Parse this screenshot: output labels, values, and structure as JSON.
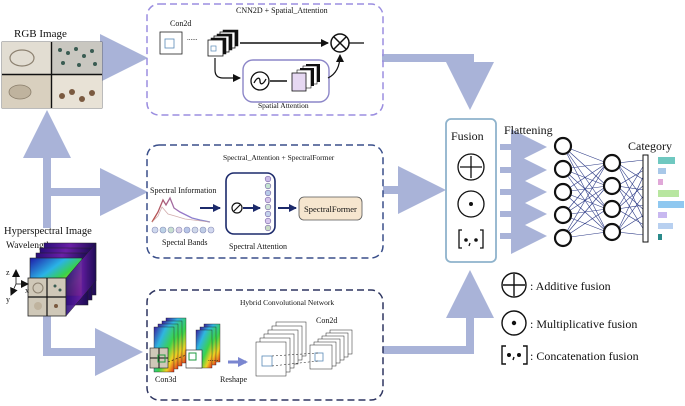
{
  "inputs": {
    "rgb_label": "RGB Image",
    "hsi_label": "Hyperspectral Image",
    "wavelength_label": "Wavelength",
    "axis_z": "z",
    "axis_x": "x",
    "axis_y": "y"
  },
  "branch_cnn": {
    "title": "CNN2D + Spatial_Attention",
    "conv_label": "Con2d",
    "ellipsis": "......",
    "attention_label": "Spatial Attention"
  },
  "branch_spectral": {
    "title": "Spectral_Attention + SpectralFormer",
    "info_label": "Spectral Information",
    "bands_label": "Spectal Bands",
    "attention_label": "Spectral Attention",
    "former_label": "SpectralFormer"
  },
  "branch_hybrid": {
    "title": "Hybrid Convolutional Network",
    "conv3d_label": "Con3d",
    "conv2d_label": "Con2d",
    "reshape_label": "Reshape",
    "ellipsis": "......"
  },
  "fusion": {
    "title": "Fusion",
    "flatten_label": "Flattening",
    "category_label": "Category"
  },
  "legend": {
    "additive": ": Additive fusion",
    "multiplicative": ": Multiplicative fusion",
    "concatenation": ": Concatenation fusion"
  },
  "colors": {
    "arrow": "#a9b3d8",
    "box_cnn": "#9b8ee0",
    "box_spectral": "#3a4f8a",
    "box_hybrid": "#2e3560",
    "fusion_box": "#8fb3cc",
    "former_fill": "#f6e6cf",
    "attention_fill": "#e6d8f2"
  }
}
